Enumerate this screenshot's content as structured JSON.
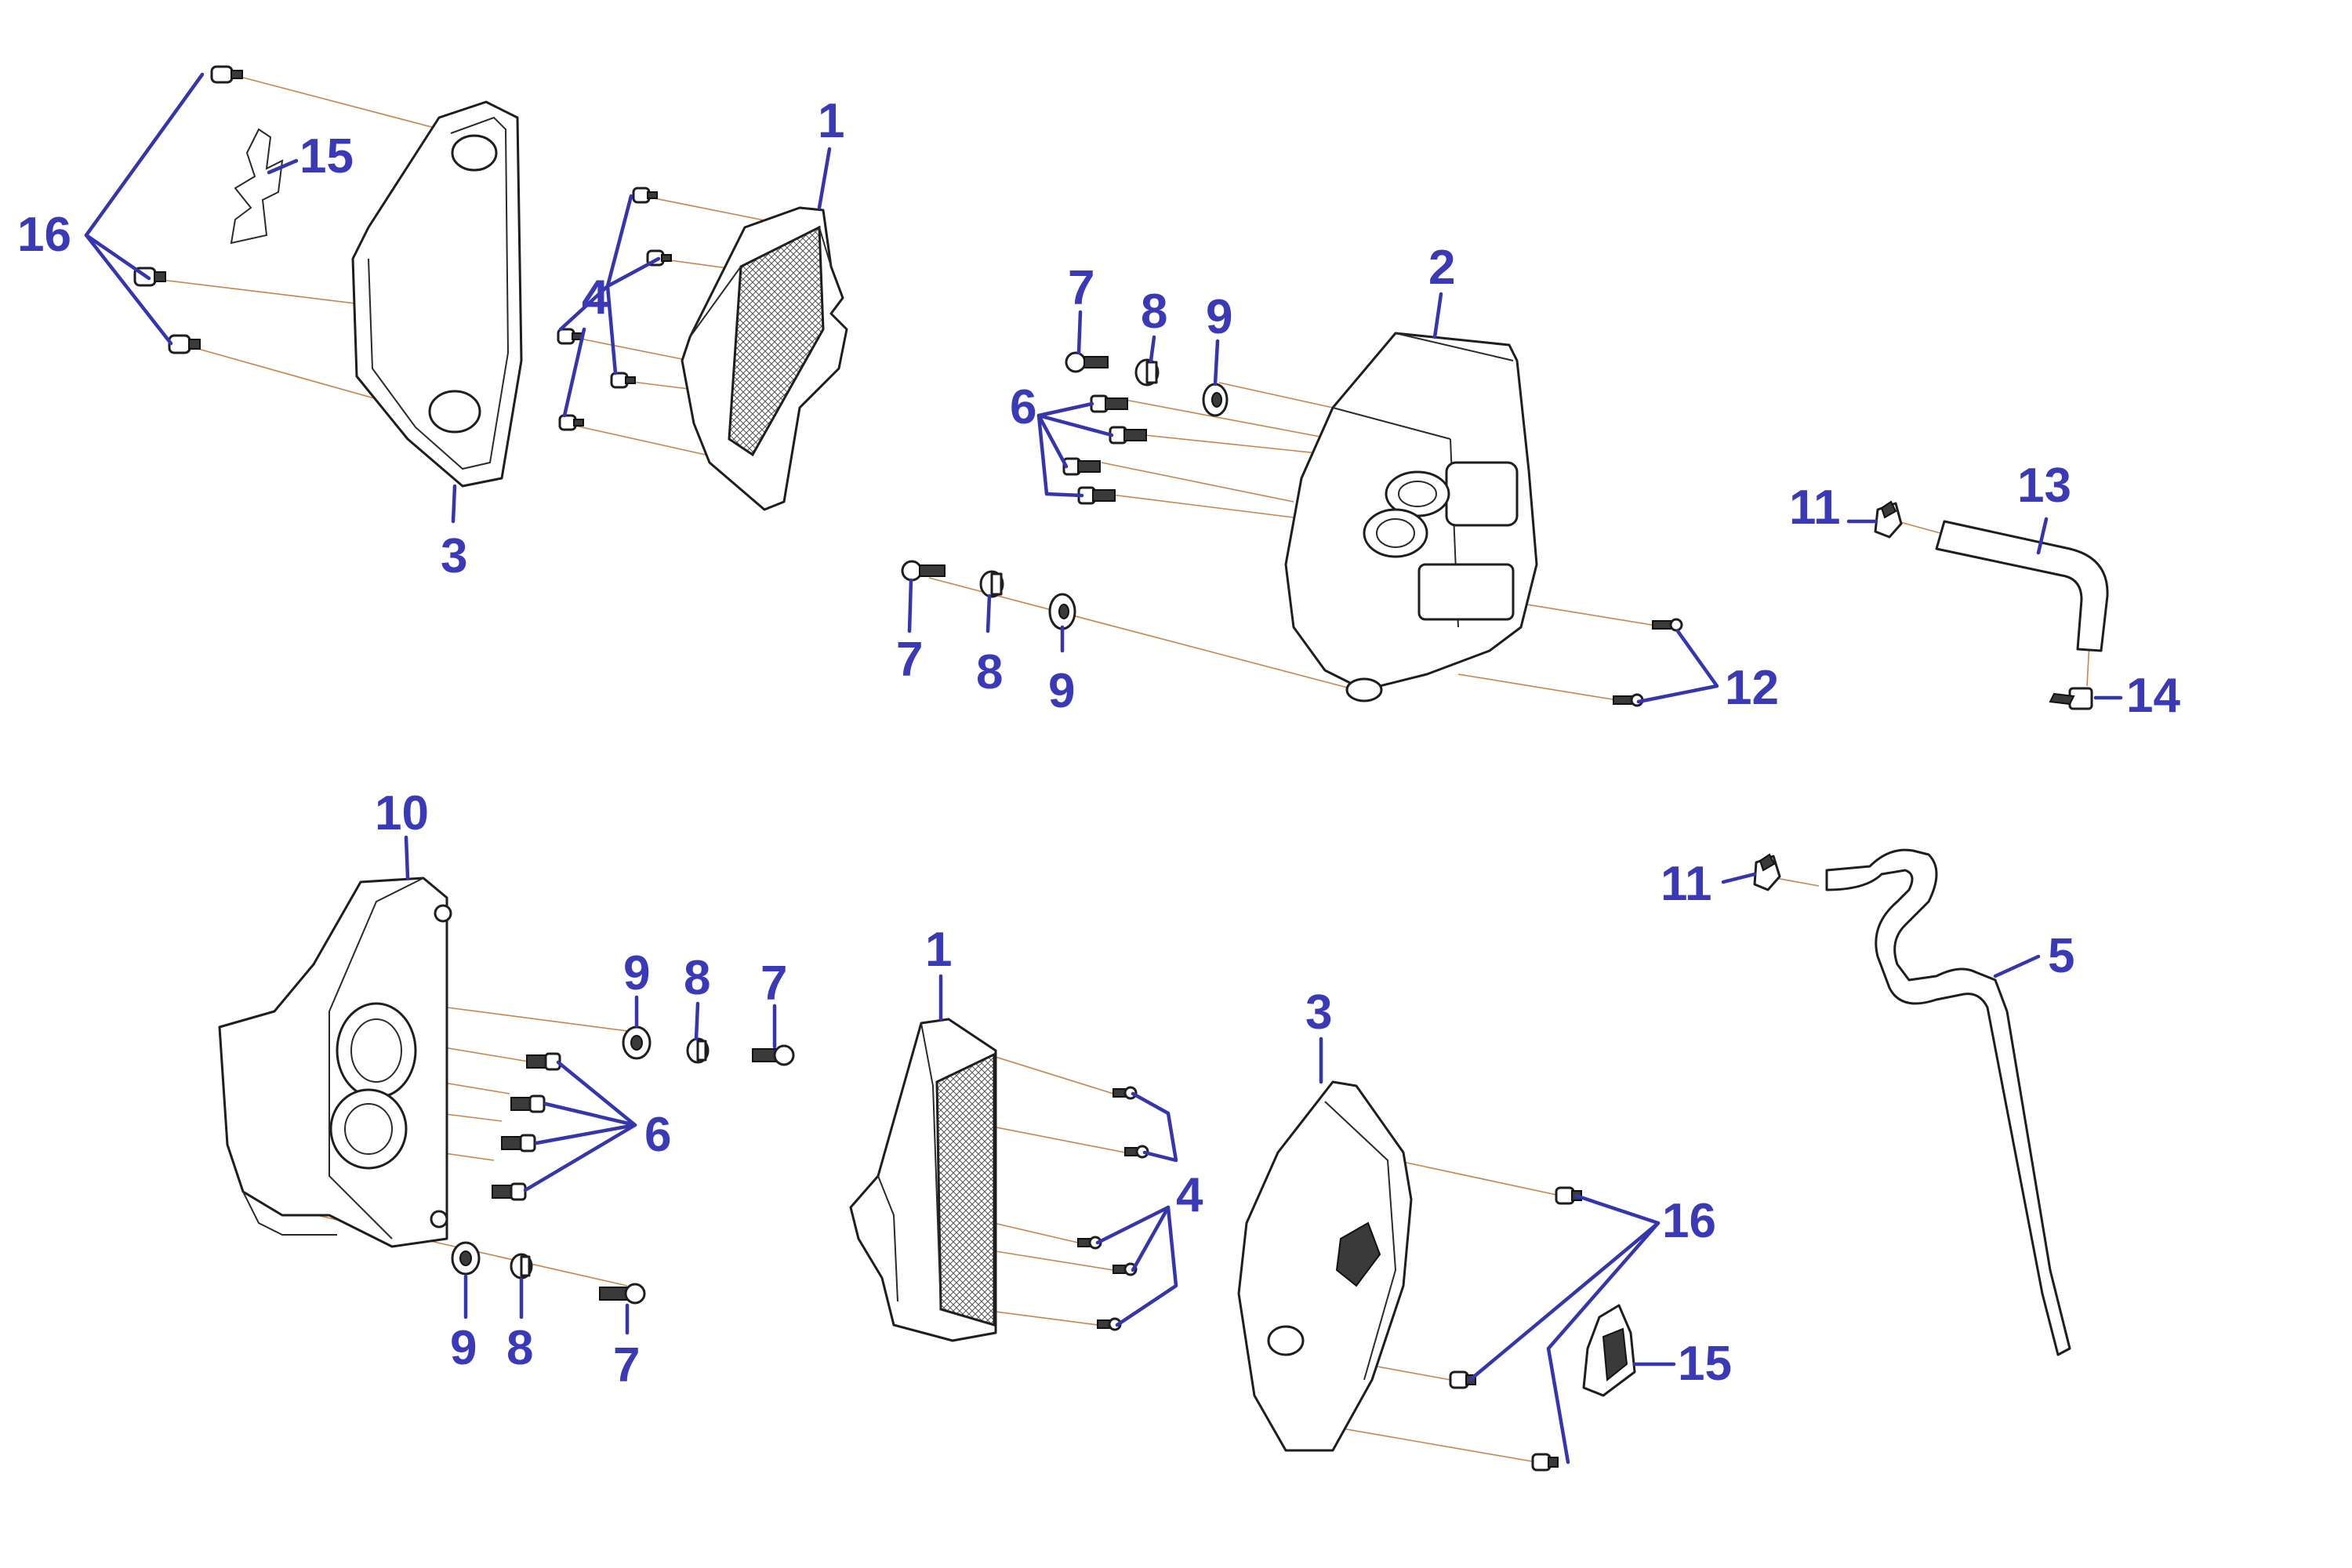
{
  "callouts": {
    "top_left": {
      "filter_1": "1",
      "cover_3": "3",
      "screws_4": "4",
      "decal_15": "15",
      "screws_16": "16"
    },
    "top_middle": {
      "housing_2": "2",
      "bolts_6": "6",
      "bolt_7_upper": "7",
      "washer_8_upper": "8",
      "grommet_9_upper": "9",
      "bolt_7_lower": "7",
      "washer_8_lower": "8",
      "grommet_9_lower": "9",
      "screws_12": "12"
    },
    "top_right": {
      "clamp_11": "11",
      "hose_13": "13",
      "clip_14": "14"
    },
    "bottom_left": {
      "housing_10": "10",
      "grommet_9_upper": "9",
      "washer_8_upper": "8",
      "bolt_7_upper": "7",
      "bolts_6": "6",
      "grommet_9_lower": "9",
      "washer_8_lower": "8",
      "bolt_7_lower": "7"
    },
    "bottom_middle": {
      "filter_1": "1",
      "screws_4": "4",
      "cover_3": "3",
      "screws_16": "16",
      "decal_15": "15"
    },
    "bottom_right": {
      "clamp_11": "11",
      "hose_5": "5"
    }
  },
  "colors": {
    "callout": "#3a3ab8",
    "leader": "#c8854a",
    "outline": "#1e1e1e"
  }
}
